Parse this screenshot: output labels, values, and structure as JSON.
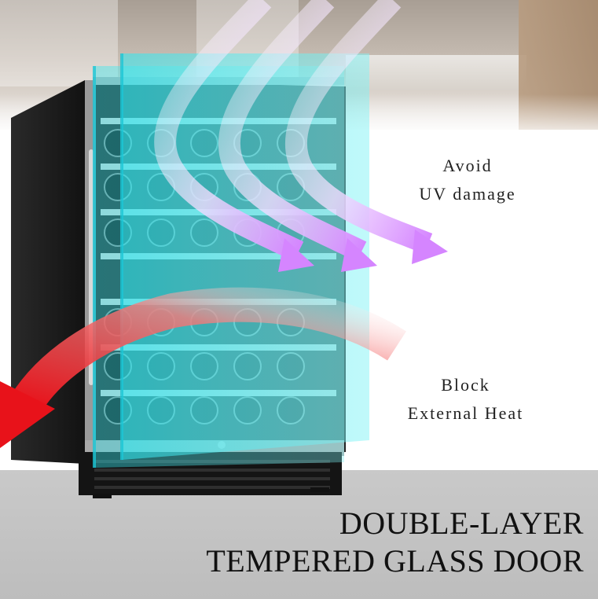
{
  "headline": {
    "line1": "DOUBLE-LAYER",
    "line2": "TEMPERED GLASS DOOR"
  },
  "callouts": {
    "uv": {
      "line1": "Avoid",
      "line2": "UV damage"
    },
    "heat": {
      "line1": "Block",
      "line2": "External Heat"
    }
  },
  "colors": {
    "glass": "#5ff0f0",
    "uv_arrow": "#d98cff",
    "heat_arrow": "#e8121a",
    "cabinet": "#1a1a1a",
    "band": "#c4c4c4"
  },
  "icons": {
    "uv_arrows": "curved-arrow-icon",
    "heat_arrow": "curved-arrow-icon"
  }
}
